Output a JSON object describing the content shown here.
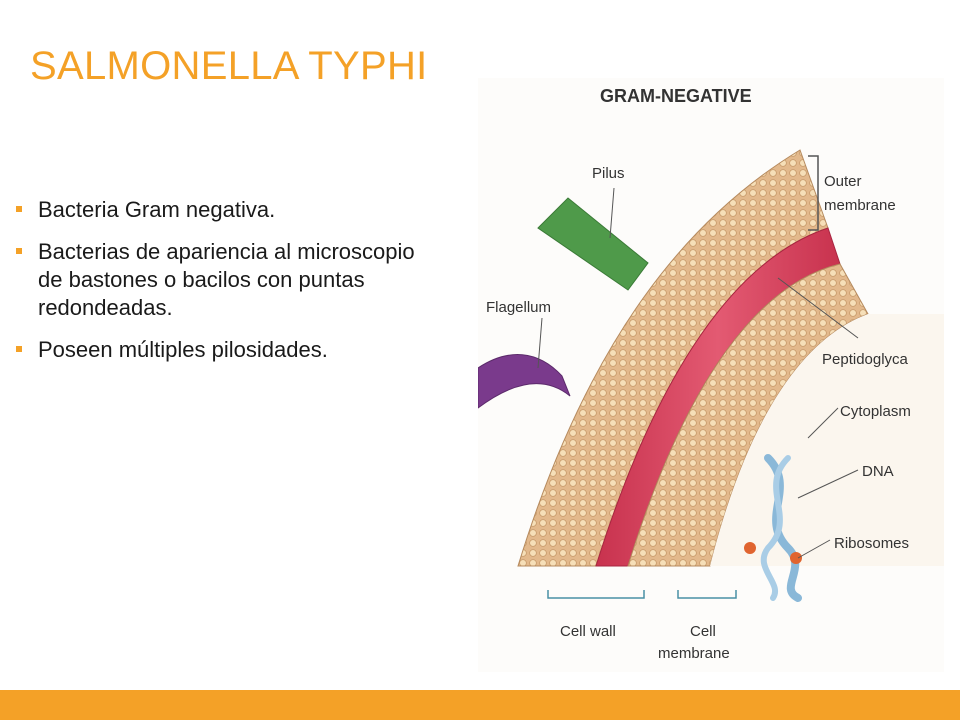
{
  "slide": {
    "title": "SALMONELLA TYPHI",
    "bullets": [
      "Bacteria Gram negativa.",
      "Bacterias de apariencia al microscopio de bastones o bacilos con puntas redondeadas.",
      "Poseen múltiples pilosidades."
    ]
  },
  "figure": {
    "heading": "GRAM-NEGATIVE",
    "labels": {
      "pilus": "Pilus",
      "flagellum": "Flagellum",
      "outer_membrane_1": "Outer",
      "outer_membrane_2": "membrane",
      "peptidoglycan": "Peptidoglyca",
      "cytoplasm": "Cytoplasm",
      "dna": "DNA",
      "ribosomes": "Ribosomes",
      "cell_wall": "Cell wall",
      "cell_membrane_1": "Cell",
      "cell_membrane_2": "membrane"
    }
  },
  "colors": {
    "accent": "#f4a127",
    "membrane": "#e8c49a",
    "peptidoglycan": "#d9455f",
    "pilus": "#4f9a4a",
    "flagellum": "#7a3a8c",
    "dna": "#8ab8d8",
    "ribosome": "#e0642f"
  }
}
